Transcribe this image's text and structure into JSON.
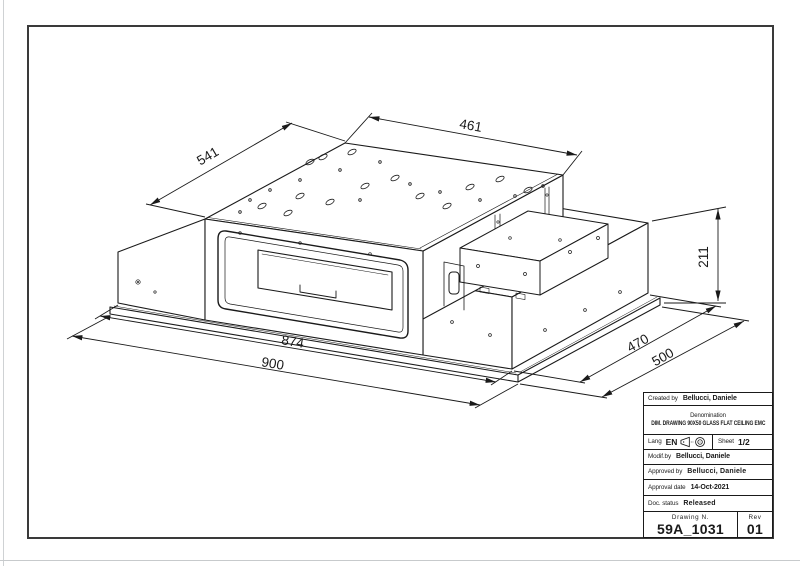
{
  "page": {
    "background": "#ffffff",
    "border_color": "#3a3a3a",
    "line_color": "#1a1a1a"
  },
  "drawing": {
    "description": "isometric dimension drawing of glass flat ceiling hood",
    "dimensions": {
      "top_depth": "541",
      "top_width": "461",
      "height": "211",
      "inner_width": "874",
      "outer_width": "900",
      "inner_depth": "470",
      "outer_depth": "500"
    }
  },
  "title_block": {
    "created_by": {
      "label": "Created by",
      "value": "Bellucci, Daniele"
    },
    "denomination": {
      "label": "Denomination",
      "value": "DIM. DRAWING 90X50 GLASS FLAT CEILING EMC"
    },
    "lang": {
      "label": "Lang",
      "value": "EN"
    },
    "sheet": {
      "label": "Sheet",
      "value": "1/2"
    },
    "modified_by": {
      "label": "Modif.by",
      "value": "Bellucci, Daniele"
    },
    "approved_by": {
      "label": "Approved by",
      "value": "Bellucci, Daniele"
    },
    "approval_date": {
      "label": "Approval date",
      "value": "14-Oct-2021"
    },
    "doc_status": {
      "label": "Doc. status",
      "value": "Released"
    },
    "drawing_number": {
      "label": "Drawing N.",
      "value": "59A_1031"
    },
    "revision": {
      "label": "Rev",
      "value": "01"
    }
  }
}
